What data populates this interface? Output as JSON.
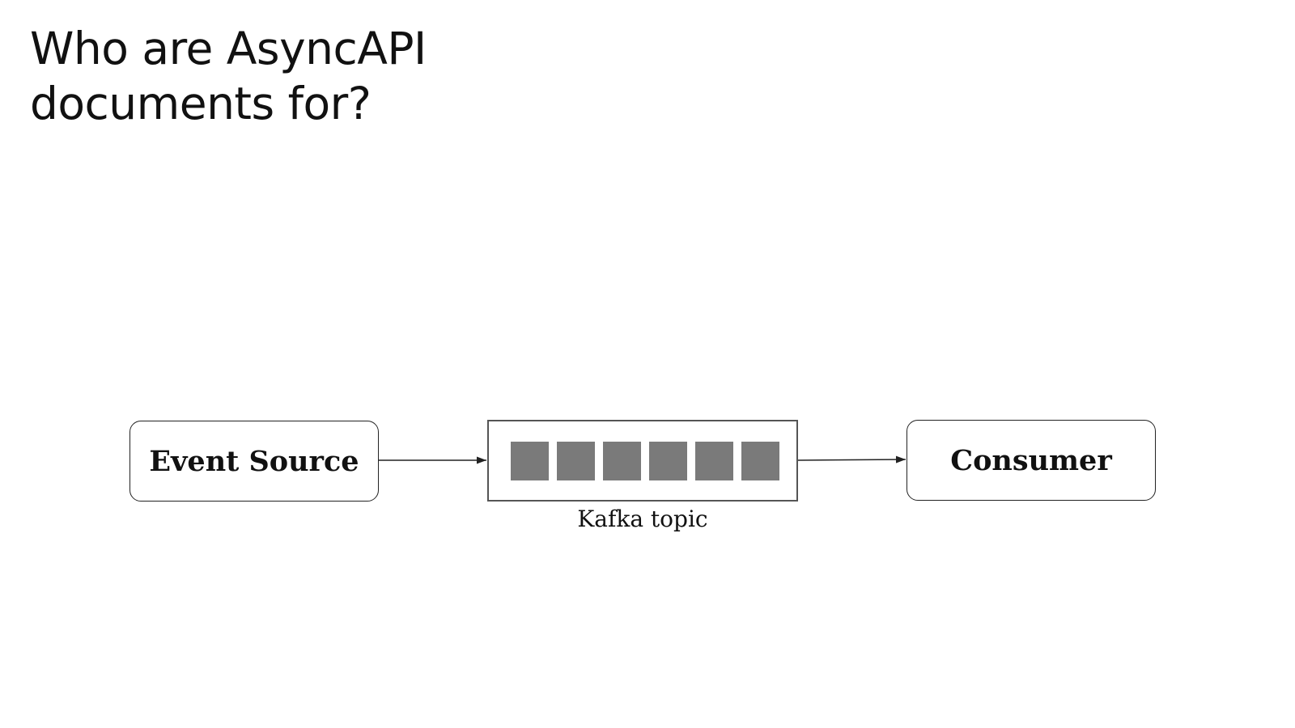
{
  "slide": {
    "title_lines": [
      "Who are AsyncAPI",
      "documents for?"
    ]
  },
  "diagram": {
    "source_label": "Event Source",
    "topic_label": "Kafka topic",
    "consumer_label": "Consumer",
    "message_count": 6,
    "colors": {
      "message_fill": "#7a7a7a",
      "stroke": "#222222",
      "topic_border": "#555555"
    }
  }
}
